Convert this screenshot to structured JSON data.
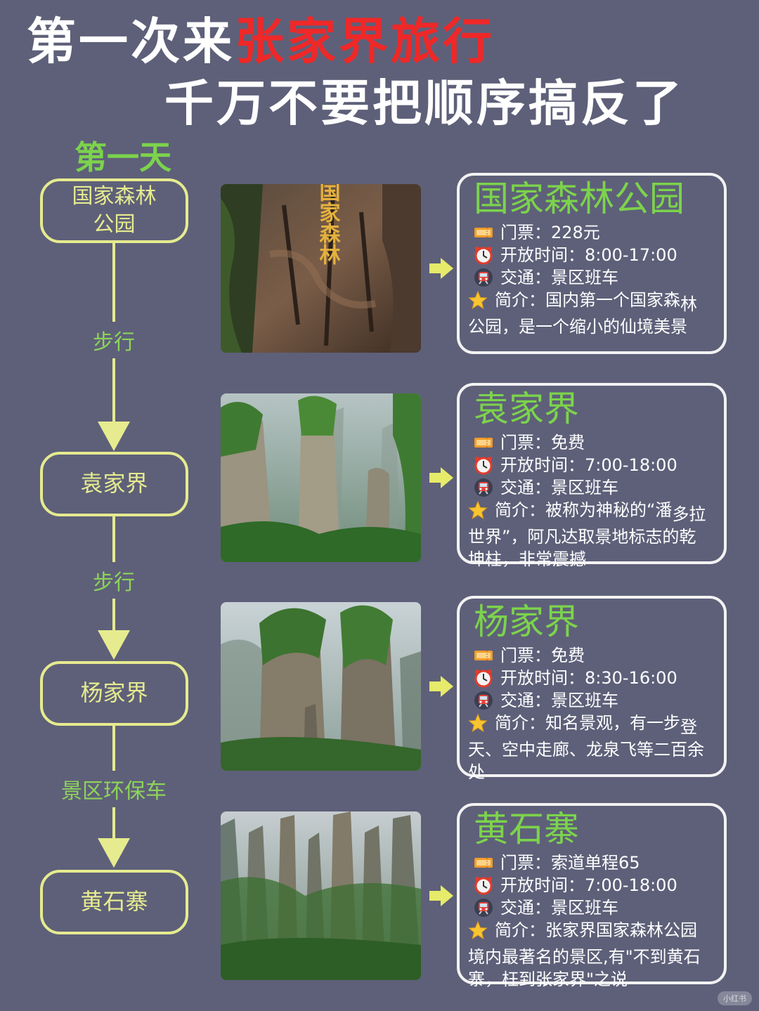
{
  "title": {
    "line1_white": "第一次来",
    "line1_red": "张家界旅行",
    "line2": "千万不要把顺序搞反了"
  },
  "day_label": "第一天",
  "route": {
    "nodes": [
      "国家森林公园",
      "袁家界",
      "杨家界",
      "黄石寨"
    ],
    "connectors": [
      "步行",
      "步行",
      "景区环保车"
    ]
  },
  "photo_text": "界国家森林",
  "cards": [
    {
      "title": "国家森林公园",
      "ticket": "门票：228元",
      "hours": "开放时间：8:00-17:00",
      "transport": "交通：景区班车",
      "intro_lead": "简介：国内第一个国家森",
      "intro_rest": "林公园，是一个缩小的仙境美景"
    },
    {
      "title": "袁家界",
      "ticket": "门票：免费",
      "hours": "开放时间：7:00-18:00",
      "transport": "交通：景区班车",
      "intro_lead": "简介：被称为神秘的“潘",
      "intro_rest": "多拉世界”，阿凡达取景地标志的乾坤柱，非常震撼"
    },
    {
      "title": "杨家界",
      "ticket": "门票：免费",
      "hours": "开放时间：8:30-16:00",
      "transport": "交通：景区班车",
      "intro_lead": "简介：知名景观，有一步",
      "intro_rest": "登天、空中走廊、龙泉飞等二百余处"
    },
    {
      "title": "黄石寨",
      "ticket": "门票：索道单程65",
      "hours": "开放时间：7:00-18:00",
      "transport": "交通：景区班车",
      "intro_lead": "简介：张家界国家森林公园",
      "intro_rest": "境内最著名的景区,有\"不到黄石寨，枉到张家界\"之说"
    }
  ],
  "watermark": "小红书",
  "colors": {
    "background": "#5e6079",
    "title_red": "#ef2828",
    "green": "#7cd34c",
    "node_yellow": "#e6eb8f"
  },
  "icons": [
    "ticket-icon",
    "alarm-clock-icon",
    "train-icon",
    "star-icon",
    "arrow-right-icon"
  ]
}
